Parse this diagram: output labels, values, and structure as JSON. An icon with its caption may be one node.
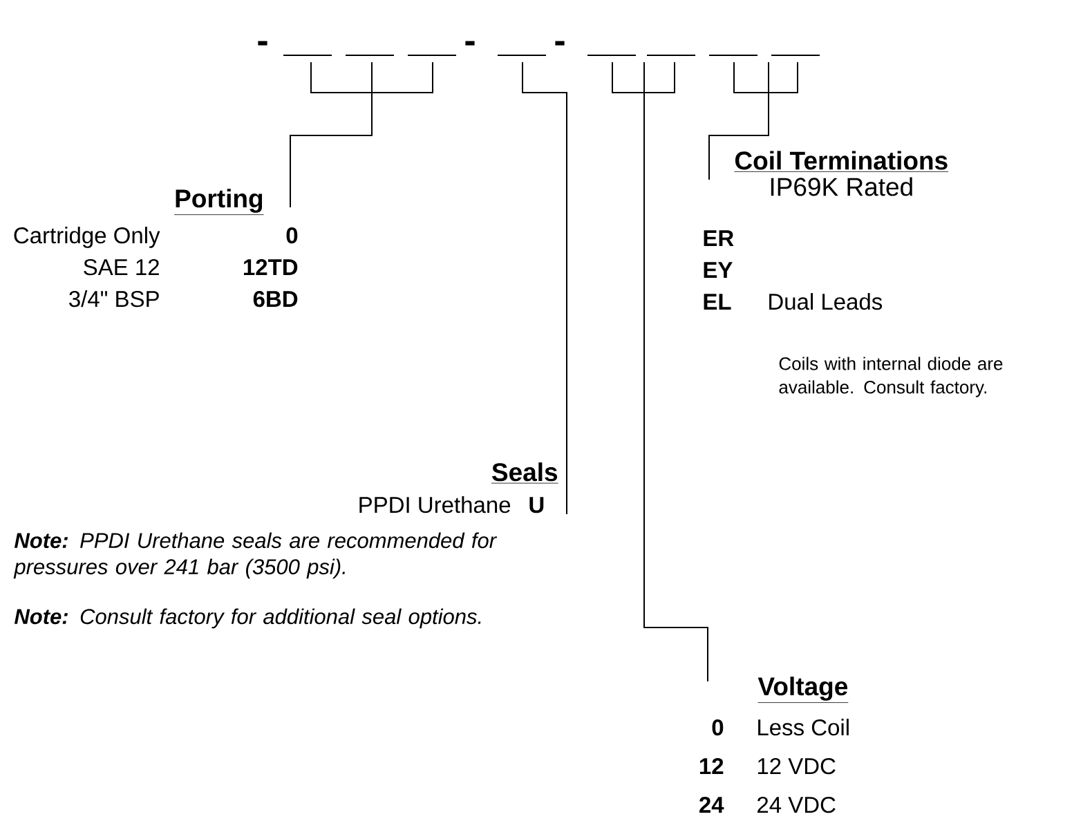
{
  "diagram": {
    "nodes": [
      {
        "text": [
          "Porting"
        ]
      },
      {
        "text": [
          "Seals"
        ]
      },
      {
        "text": [
          "Voltage"
        ]
      },
      {
        "text": [
          "Coil Terminations",
          "IP69K Rated"
        ]
      }
    ],
    "edges": [
      {
        "from": null,
        "to": 0,
        "arrow": "none"
      },
      {
        "from": null,
        "to": 1,
        "arrow": "none"
      },
      {
        "from": null,
        "to": 2,
        "arrow": "none"
      },
      {
        "from": null,
        "to": 3,
        "arrow": "none"
      }
    ],
    "labels": [
      "-",
      "-",
      "-",
      "Cartridge Only",
      "0",
      "SAE 12",
      "12TD",
      "3/4\" BSP",
      "6BD",
      "ER",
      "EY",
      "EL",
      "Dual Leads",
      "Coils with internal diode are available. Consult factory.",
      "PPDI Urethane",
      "U",
      "**Note:** PPDI Urethane seals are recommended for pressures over 241 bar (3500 psi).",
      "**Note:** Consult factory for additional seal options.",
      "0",
      "Less Coil",
      "12",
      "12 VDC",
      "24",
      "24 VDC"
    ]
  }
}
